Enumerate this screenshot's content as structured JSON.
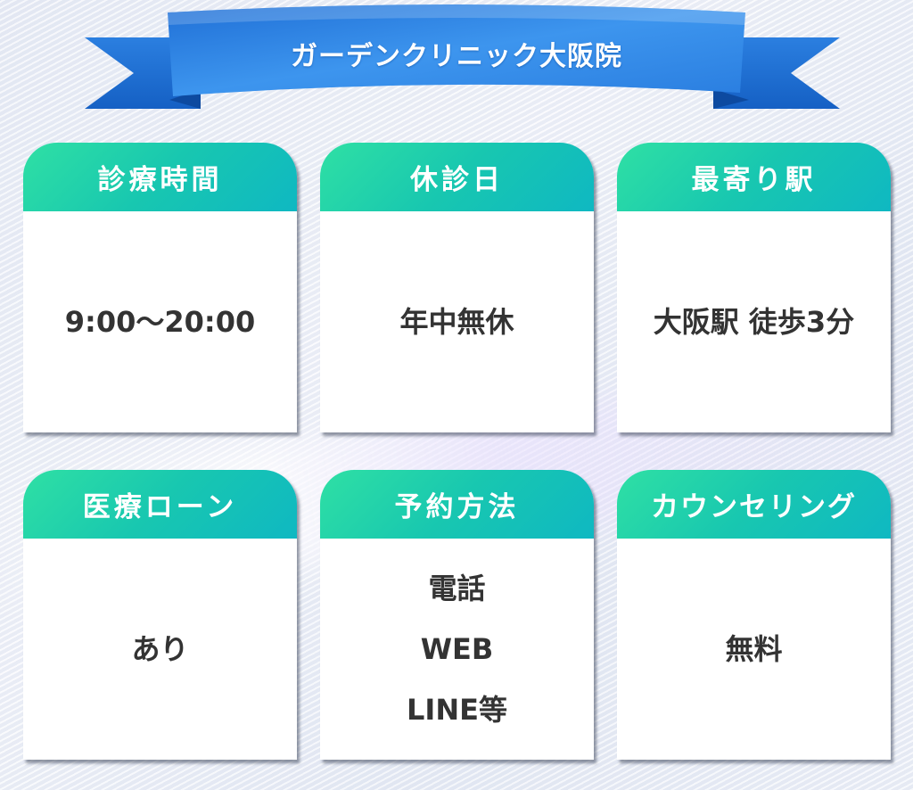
{
  "banner": {
    "title": "ガーデンクリニック大阪院"
  },
  "cards": [
    {
      "heading": "診療時間",
      "lines": [
        "9:00〜20:00"
      ]
    },
    {
      "heading": "休診日",
      "lines": [
        "年中無休"
      ]
    },
    {
      "heading": "最寄り駅",
      "lines": [
        "大阪駅 徒歩3分"
      ]
    },
    {
      "heading": "医療ローン",
      "lines": [
        "あり"
      ]
    },
    {
      "heading": "予約方法",
      "lines": [
        "電話",
        "WEB",
        "LINE等"
      ]
    },
    {
      "heading": "カウンセリング",
      "lines": [
        "無料"
      ]
    }
  ],
  "colors": {
    "ribbon": "#2f86e6",
    "card_header": "#18c7b0",
    "text": "#333333"
  }
}
